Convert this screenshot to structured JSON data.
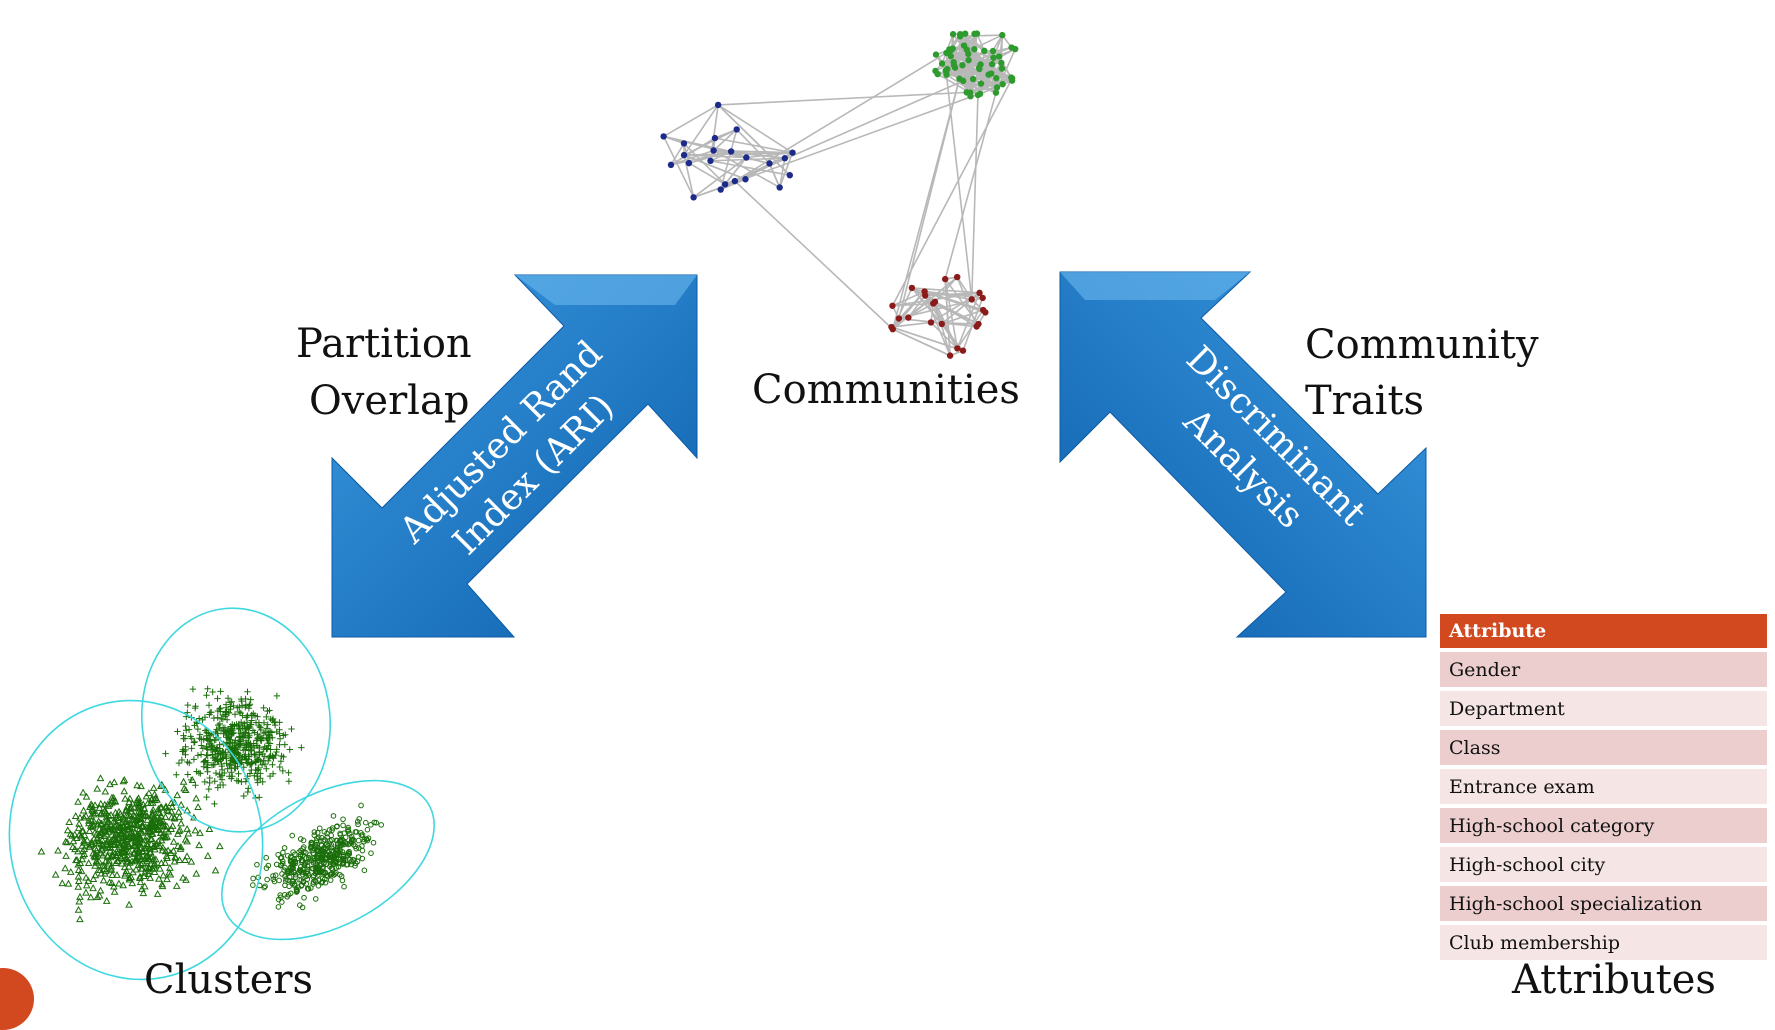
{
  "labels": {
    "partition_overlap_1": "Partition",
    "partition_overlap_2": "Overlap",
    "communities": "Communities",
    "community_traits_1": "Community",
    "community_traits_2": "Traits",
    "clusters": "Clusters",
    "attributes": "Attributes"
  },
  "left_arrow": {
    "line1": "Adjusted Rand",
    "line2": "Index (ARI)"
  },
  "right_arrow": {
    "line1": "Discriminant",
    "line2": "Analysis"
  },
  "attributes_table": {
    "header": "Attribute",
    "rows": [
      "Gender",
      "Department",
      "Class",
      "Entrance exam",
      "High-school category",
      "High-school city",
      "High-school specialization",
      "Club membership"
    ]
  },
  "colors": {
    "arrow_blue": "#1472c4",
    "table_header": "#d24920",
    "community_green": "#2e9b2e",
    "community_blue": "#1c2a8a",
    "community_red": "#8b1a1a",
    "cluster_green": "#1a6e0a",
    "cluster_outline": "#40d8e0"
  }
}
